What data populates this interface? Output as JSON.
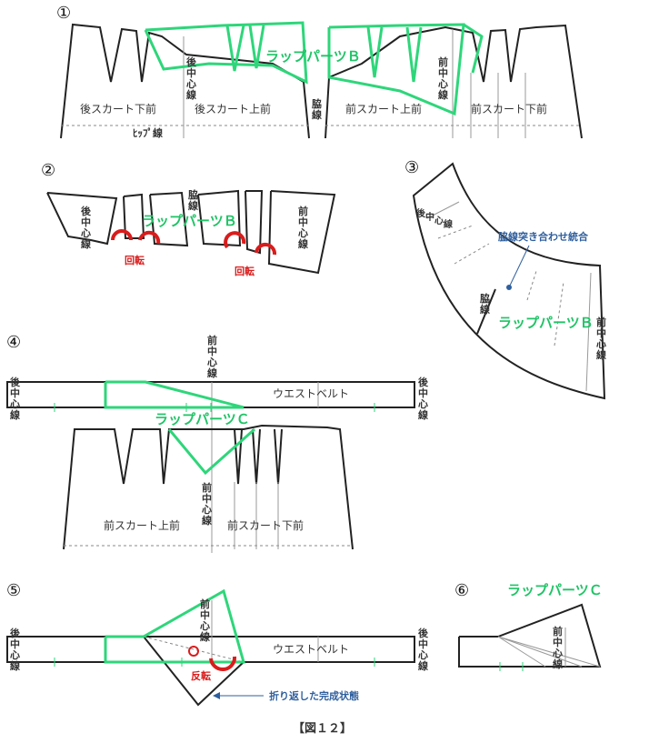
{
  "figure_caption": "【図１２】",
  "panel_numbers": [
    "①",
    "②",
    "③",
    "④",
    "⑤",
    "⑥"
  ],
  "labels": {
    "wrap_b": "ラップパーツＢ",
    "wrap_c": "ラップパーツＣ",
    "back_center": "後中心線",
    "front_center": "前中心線",
    "side_seam": "脇線",
    "back_skirt_lower": "後スカート下前",
    "back_skirt_upper": "後スカート上前",
    "front_skirt_upper": "前スカート上前",
    "front_skirt_lower": "前スカート下前",
    "hip_line": "ﾋｯﾌﾟ線",
    "rotate": "回転",
    "side_join": "脇線突き合わせ統合",
    "waist_belt": "ウエストベルト",
    "flip": "反転",
    "folded_done": "折り返した完成状態"
  },
  "colors": {
    "wrap_outline": "#2ed67a",
    "rotate_arrow": "#d91c1c",
    "annotation": "#2f5f9e",
    "pattern_line": "#222222"
  }
}
